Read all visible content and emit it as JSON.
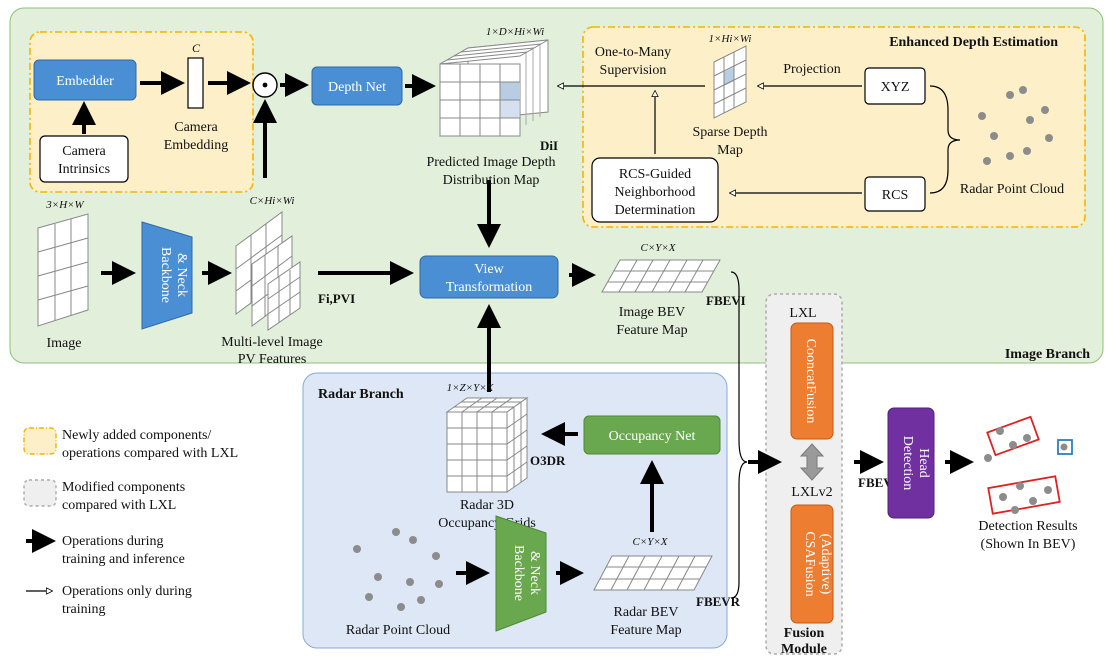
{
  "colors": {
    "image_branch_bg": "#e2efda",
    "radar_branch_bg": "#dde7f5",
    "fusion_bg": "#efefef",
    "new_component_bg": "#fdf0c8",
    "new_component_border": "#f4b400",
    "blue_box": "#4a8fd4",
    "green_box": "#6aa84f",
    "orange_box": "#ed7d31",
    "purple_box": "#7030a0",
    "grid_highlight": "#b8cce4",
    "point": "#8c8c8c"
  },
  "image_branch": {
    "label": "Image Branch",
    "embedder": "Embedder",
    "camera_intrinsics": [
      "Camera",
      "Intrinsics"
    ],
    "dim_c": "C",
    "camera_embedding": [
      "Camera",
      "Embedding"
    ],
    "depth_net": "Depth Net",
    "depth_dims": "1×D×Hi×Wi",
    "depth_symbol": "DiI",
    "predicted_depth": [
      "Predicted Image Depth",
      "Distribution Map"
    ],
    "image_dims": "3×H×W",
    "image": "Image",
    "backbone": [
      "Backbone",
      "& Neck"
    ],
    "pv_dims": "C×Hi×Wi",
    "pv_symbol": "Fi,PVI",
    "pv_features": [
      "Multi-level Image",
      "PV Features"
    ],
    "view_transform": [
      "View",
      "Transformation"
    ],
    "bev_dims": "C×Y×X",
    "image_bev": [
      "Image BEV",
      "Feature Map"
    ],
    "image_bev_symbol": "FBEVI"
  },
  "enhanced_depth": {
    "title": "Enhanced Depth Estimation",
    "one_to_many": [
      "One-to-Many",
      "Supervision"
    ],
    "sparse_dims": "1×Hi×Wi",
    "sparse_depth": [
      "Sparse Depth",
      "Map"
    ],
    "projection": "Projection",
    "xyz": "XYZ",
    "rcs": "RCS",
    "rcs_guided": [
      "RCS-Guided",
      "Neighborhood",
      "Determination"
    ],
    "radar_point_cloud": "Radar Point Cloud"
  },
  "radar_branch": {
    "title": "Radar Branch",
    "occ_dims": "1×Z×Y×X",
    "occ_symbol": "O3DR",
    "occupancy_grids": [
      "Radar 3D",
      "Occupancy Grids"
    ],
    "occupancy_net": "Occupancy Net",
    "backbone": [
      "Backbone",
      "& Neck"
    ],
    "bev_dims": "C×Y×X",
    "radar_bev": [
      "Radar BEV",
      "Feature Map"
    ],
    "radar_bev_symbol": "FBEVR",
    "radar_point_cloud": "Radar Point Cloud"
  },
  "fusion": {
    "lxl": "LXL",
    "concat_fusion": "CooncatFusion",
    "lxlv2": "LXLv2",
    "csa_fusion": [
      "CSAFusion",
      "(Adaptive)"
    ],
    "title": [
      "Fusion",
      "Module"
    ],
    "fused_symbol": "FBEVF"
  },
  "detection": {
    "head": [
      "Detection",
      "Head"
    ],
    "results": [
      "Detection Results",
      "(Shown In BEV)"
    ]
  },
  "legend": {
    "new_components": [
      "Newly added components/",
      "operations compared with LXL"
    ],
    "modified_components": [
      "Modified components",
      "compared with LXL"
    ],
    "train_infer": [
      "Operations during",
      "training and inference"
    ],
    "train_only": [
      "Operations only during",
      "training"
    ]
  }
}
